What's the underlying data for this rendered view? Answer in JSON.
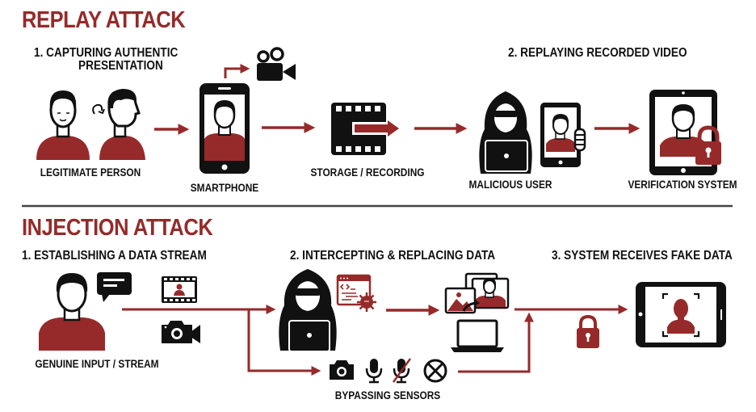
{
  "colors": {
    "accent": "#962a2a",
    "ink": "#111111",
    "divider": "#444444",
    "background": "#ffffff"
  },
  "replay": {
    "title": "REPLAY ATTACK",
    "step1": {
      "line1": "1. CAPTURING AUTHENTIC",
      "line2": "PRESENTATION"
    },
    "step2": "2. REPLAYING RECORDED VIDEO",
    "nodes": {
      "legitimate_person": "LEGITIMATE PERSON",
      "smartphone": "SMARTPHONE",
      "storage": "STORAGE / RECORDING",
      "malicious_user": "MALICIOUS USER",
      "verification": "VERIFICATION SYSTEM"
    }
  },
  "injection": {
    "title": "INJECTION ATTACK",
    "step1": "1. ESTABLISHING A DATA STREAM",
    "step2": "2. INTERCEPTING & REPLACING DATA",
    "step3": "3. SYSTEM RECEIVES FAKE DATA",
    "nodes": {
      "genuine_input": "GENUINE INPUT / STREAM",
      "bypassing": "BYPASSING SENSORS"
    }
  }
}
